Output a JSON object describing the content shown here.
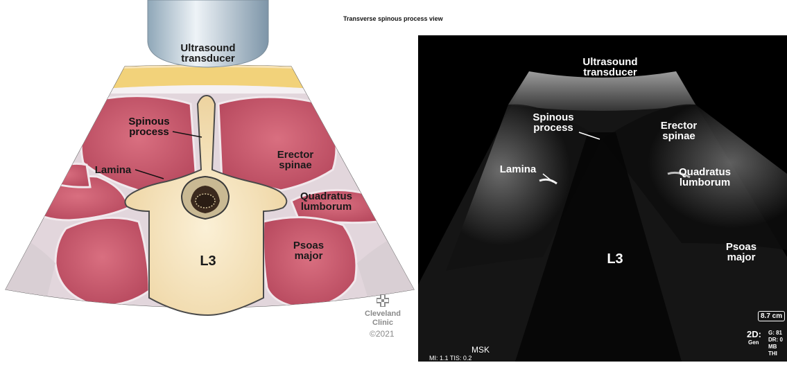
{
  "figure": {
    "title": "Transverse spinous process view"
  },
  "anatomy_panel": {
    "labels": {
      "transducer": "Ultrasound\ntransducer",
      "spinous_process": "Spinous\nprocess",
      "lamina": "Lamina",
      "erector_spinae": "Erector\nspinae",
      "quadratus_lumborum": "Quadratus\nlumborum",
      "psoas_major": "Psoas\nmajor",
      "vertebra": "L3"
    },
    "logo": {
      "icon": "cleveland-clinic-cross-icon",
      "name": "Cleveland\nClinic",
      "copyright": "©2021"
    }
  },
  "ultrasound_panel": {
    "labels": {
      "transducer": "Ultrasound\ntransducer",
      "spinous_process": "Spinous\nprocess",
      "erector_spinae": "Erector\nspinae",
      "lamina": "Lamina",
      "quadratus_lumborum": "Quadratus\nlumborum",
      "psoas_major": "Psoas\nmajor",
      "vertebra": "L3"
    },
    "depth": "8.7 cm",
    "mode": "2D:",
    "mode_sub": "Gen",
    "params": [
      "G: 81",
      "DR: 0",
      "MB",
      "THI"
    ],
    "preset": "MSK",
    "indices": "MI: 1.1  TIS: 0.2"
  },
  "colors": {
    "muscle": "#c85a6e",
    "bone": "#f3dfb3",
    "fat": "#f2d27a",
    "background_us": "#000000"
  }
}
